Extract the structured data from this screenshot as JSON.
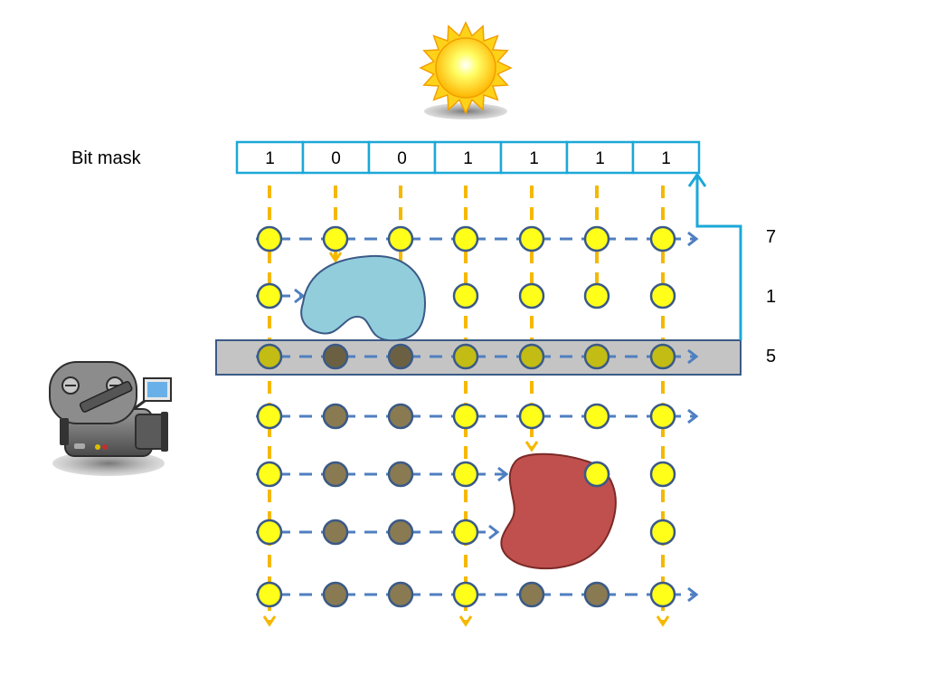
{
  "bitmask": {
    "title": "Bit mask",
    "bits": [
      "1",
      "0",
      "0",
      "1",
      "1",
      "1",
      "1"
    ]
  },
  "row_numbers": [
    "7",
    "1",
    "5"
  ],
  "colors": {
    "sun_light_yellow": "#ffff00",
    "sun_shadow": "#8c8c8c",
    "light_path": "#f5b800",
    "shadow_ray": "#4f7fc0",
    "node_fill_lit": "#ffff1a",
    "node_fill_shadowed": "#8a7a52",
    "node_stroke": "#3b5a86",
    "bitmask_stroke": "#1ca8d8",
    "blocker_blue": "#92cddc",
    "blocker_red": "#c0504d",
    "highlight_row": "#c4c4c4"
  },
  "icons": {
    "sun": "sun-icon",
    "camera": "video-camera-icon"
  }
}
